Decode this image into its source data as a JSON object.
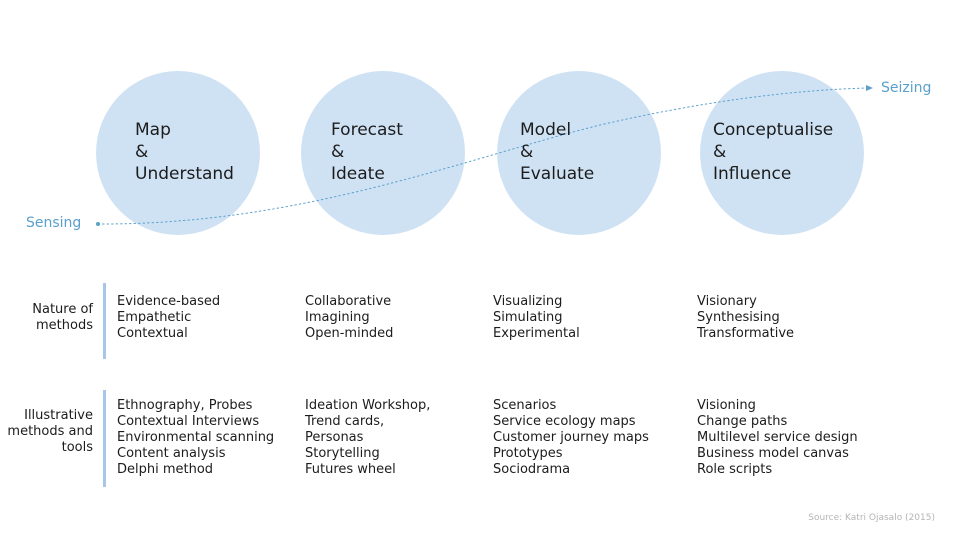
{
  "phases": [
    {
      "lines": [
        "Map",
        "&",
        "Understand"
      ]
    },
    {
      "lines": [
        "Forecast",
        "&",
        "Ideate"
      ]
    },
    {
      "lines": [
        "Model",
        "&",
        "Evaluate"
      ]
    },
    {
      "lines": [
        "Conceptualise",
        "&",
        "Influence"
      ]
    }
  ],
  "flow": {
    "start_label": "Sensing",
    "end_label": "Seizing"
  },
  "rows": [
    {
      "label_lines": [
        "Nature of",
        "methods"
      ],
      "columns": [
        [
          "Evidence-based",
          "Empathetic",
          "Contextual"
        ],
        [
          "Collaborative",
          "Imagining",
          "Open-minded"
        ],
        [
          "Visualizing",
          "Simulating",
          "Experimental"
        ],
        [
          "Visionary",
          "Synthesising",
          "Transformative"
        ]
      ]
    },
    {
      "label_lines": [
        "Illustrative",
        "methods and",
        "tools"
      ],
      "columns": [
        [
          "Ethnography, Probes",
          "Contextual Interviews",
          "Environmental scanning",
          "Content analysis",
          "Delphi method"
        ],
        [
          "Ideation Workshop,",
          "Trend cards,",
          "Personas",
          "Storytelling",
          "Futures wheel"
        ],
        [
          "Scenarios",
          "Service ecology maps",
          "Customer journey maps",
          "Prototypes",
          "Sociodrama"
        ],
        [
          "Visioning",
          "Change paths",
          "Multilevel service design",
          "Business model canvas",
          "Role scripts"
        ]
      ]
    }
  ],
  "source": "Source: Katri Ojasalo (2015)",
  "colors": {
    "circle": "#cfe2f4",
    "flow": "#5aa0cc",
    "bar": "#a8c6ea"
  }
}
